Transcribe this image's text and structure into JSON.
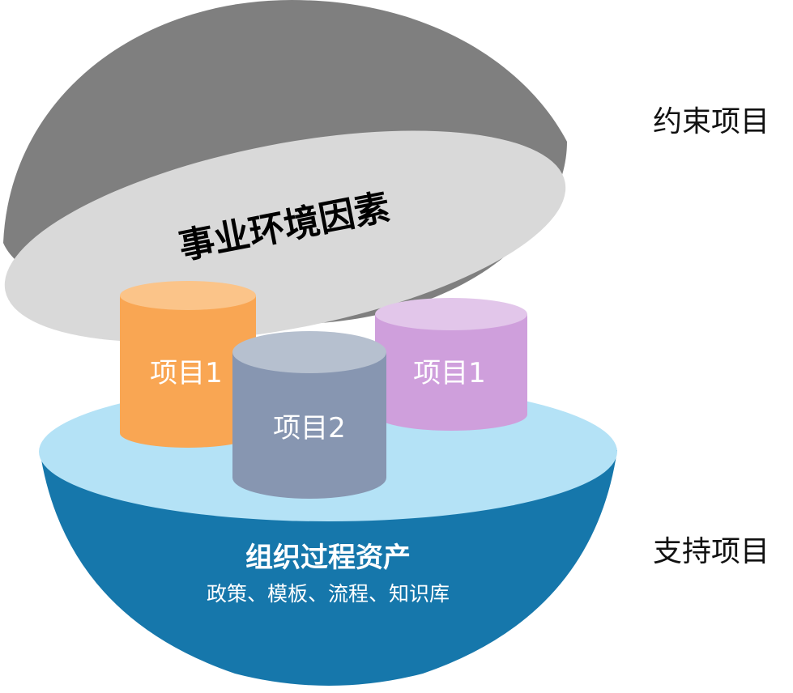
{
  "top_dome": {
    "title": "事业环境因素",
    "side_label": "约束项目"
  },
  "bottom_bowl": {
    "title": "组织过程资产",
    "subtitle": "政策、模板、流程、知识库",
    "side_label": "支持项目"
  },
  "projects": [
    {
      "label": "项目1",
      "color": "#f9a653"
    },
    {
      "label": "项目2",
      "color": "#8796b1"
    },
    {
      "label": "项目1",
      "color": "#cf9fdc"
    }
  ],
  "colors": {
    "dome_dark": "#7f7f7f",
    "dome_light": "#d9d9d9",
    "bowl_dark": "#1677ab",
    "bowl_light": "#b4e2f6"
  }
}
